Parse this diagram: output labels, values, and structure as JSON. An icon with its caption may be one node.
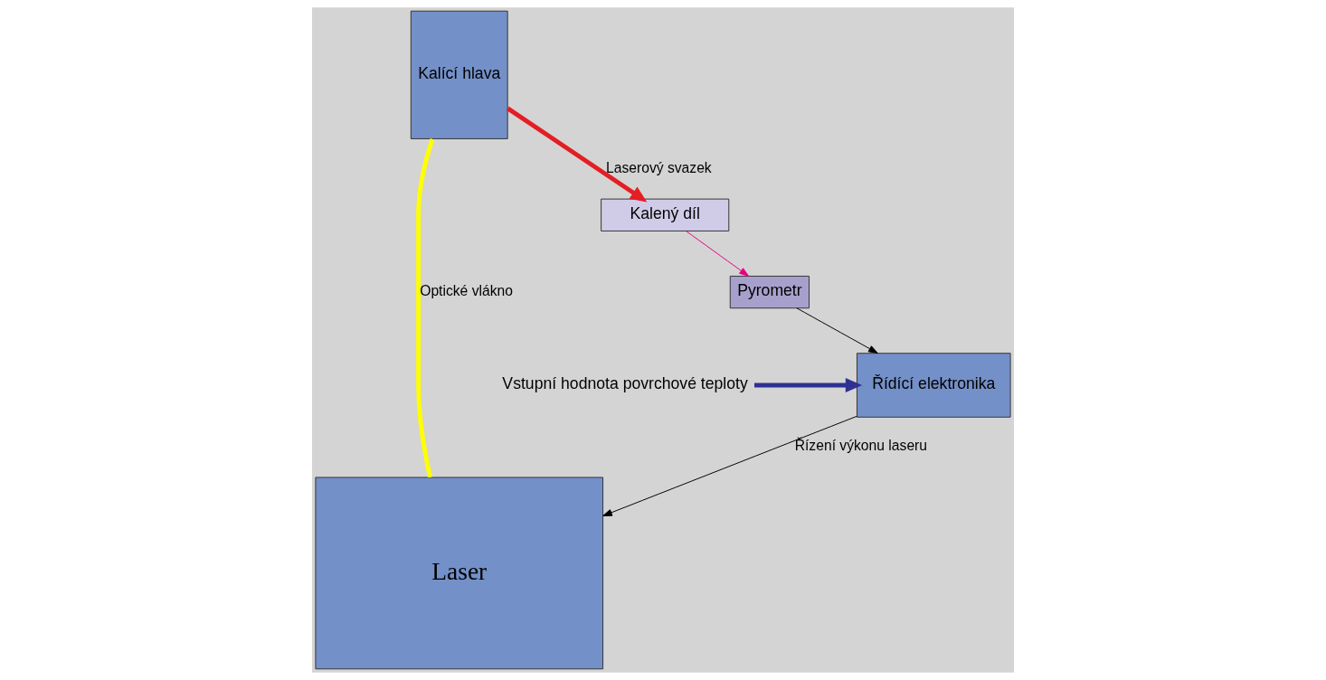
{
  "diagram": {
    "nodes": [
      {
        "text": [
          "Řídící elektronika"
        ]
      },
      {
        "text": [
          "Vstupní hodnota povrchové teploty"
        ]
      },
      {
        "text": [
          "Pyrometr"
        ]
      },
      {
        "text": [
          "Kalící hlava"
        ]
      },
      {
        "text": [
          "Laser"
        ]
      },
      {
        "text": [
          "Kalený díl"
        ]
      }
    ],
    "edges": [
      {
        "from": 2,
        "to": 0,
        "arrow": "to"
      },
      {
        "from": 1,
        "to": 0,
        "arrow": "to",
        "style": "thick",
        "color": "#2e3192"
      },
      {
        "from": 0,
        "to": 4,
        "arrow": "to",
        "label": "Řízení výkonu laseru"
      },
      {
        "from": 3,
        "to": 4,
        "arrow": "none",
        "label": "Optické vlákno",
        "style": "thick",
        "color": "#ffff00"
      },
      {
        "from": 3,
        "to": 5,
        "arrow": "to",
        "label": "Laserový svazek",
        "style": "thick",
        "color": "#e31e24"
      },
      {
        "from": 5,
        "to": 2,
        "arrow": "to",
        "color": "#e6007e"
      }
    ]
  }
}
